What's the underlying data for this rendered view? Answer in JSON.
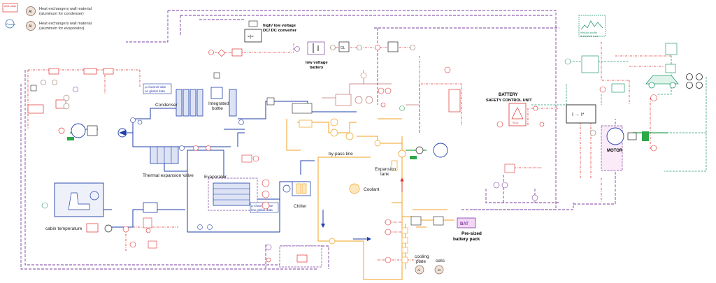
{
  "colors": {
    "refrigerant": "#1f3fa8",
    "coolant": "#f0a020",
    "control": "#7a3ea0",
    "signal": "#e03030",
    "thermal": "#d06060",
    "mechanical": "#2aa84a",
    "vehicle": "#2a9a70",
    "component_fill": "#ffffff",
    "legend_fill": "#efe2d6"
  },
  "legend": {
    "sim_state": "2D5 state",
    "params": "Params",
    "al_symbol": "Al",
    "condenser_wall": [
      "Heat exchangers wall material",
      "(aluminum for condenser)"
    ],
    "evaporator_wall": [
      "Heat exchangers wall material",
      "(aluminum for evaporator)"
    ]
  },
  "labels": {
    "dcdc": [
      "high/ low voltage",
      "DC/ DC converter"
    ],
    "lv_battery": [
      "low voltage",
      "battery"
    ],
    "condenser": "Condenser",
    "integrated_bottle": [
      "Integrated",
      "bottle"
    ],
    "microchannel_cond": [
      "µ-channel tube",
      "no global data"
    ],
    "txv": "Thermal expansion Valve",
    "evaporator": "Evaporator",
    "microchannel_evap": [
      "µ-channel plate",
      "low global data"
    ],
    "chiller": "Chiller",
    "bypass": "by-pass line",
    "expansion_tank": [
      "Expansion",
      "tank"
    ],
    "coolant": "Coolant",
    "cabin_temp": "cabin temperature",
    "cooling_plate": [
      "cooling",
      "plate"
    ],
    "cells": "cells",
    "bscu": [
      "BATTERY",
      "SAFETY CONTROL UNIT"
    ],
    "motor": "MOTOR",
    "battery_pack": [
      "Pre-sized",
      "battery pack"
    ],
    "bat": "BAT",
    "mission": [
      "mission profile",
      "& ambient data"
    ],
    "scu": "SCU",
    "inverter": "I → I*"
  }
}
